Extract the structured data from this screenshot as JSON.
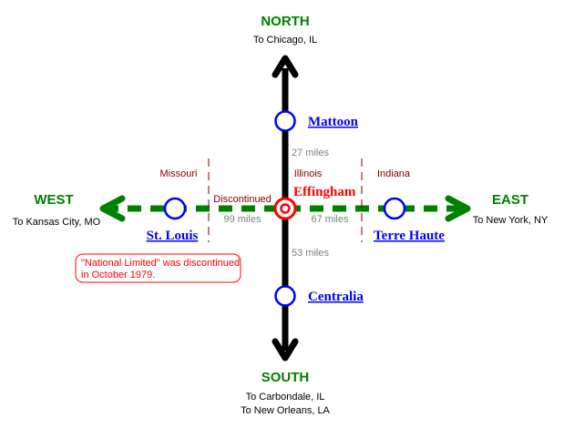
{
  "directions": {
    "north": {
      "label": "NORTH",
      "dest": "To Chicago, IL"
    },
    "south": {
      "label": "SOUTH",
      "dest_lines": [
        "To Carbondale, IL",
        "To New Orleans, LA"
      ]
    },
    "west": {
      "label": "WEST",
      "dest": "To Kansas City, MO"
    },
    "east": {
      "label": "EAST",
      "dest": "To New York, NY"
    }
  },
  "stations": {
    "mattoon": "Mattoon",
    "centralia": "Centralia",
    "st_louis": "St. Louis",
    "terre_haute": "Terre Haute",
    "effingham": "Effingham"
  },
  "states": [
    "Missouri",
    "Illinois",
    "Indiana"
  ],
  "distances": {
    "north": "27 miles",
    "south": "53 miles",
    "west": "99 miles",
    "east": "67 miles"
  },
  "discontinued_label": "Discontinued",
  "note_lines": [
    "\"National Limited\" was discontinued",
    "in October 1979."
  ],
  "colors": {
    "active_line": "#000000",
    "discontinued_line": "#008000",
    "station": "#0000ff",
    "hub": "#ff0000",
    "state_border": "#800000"
  }
}
